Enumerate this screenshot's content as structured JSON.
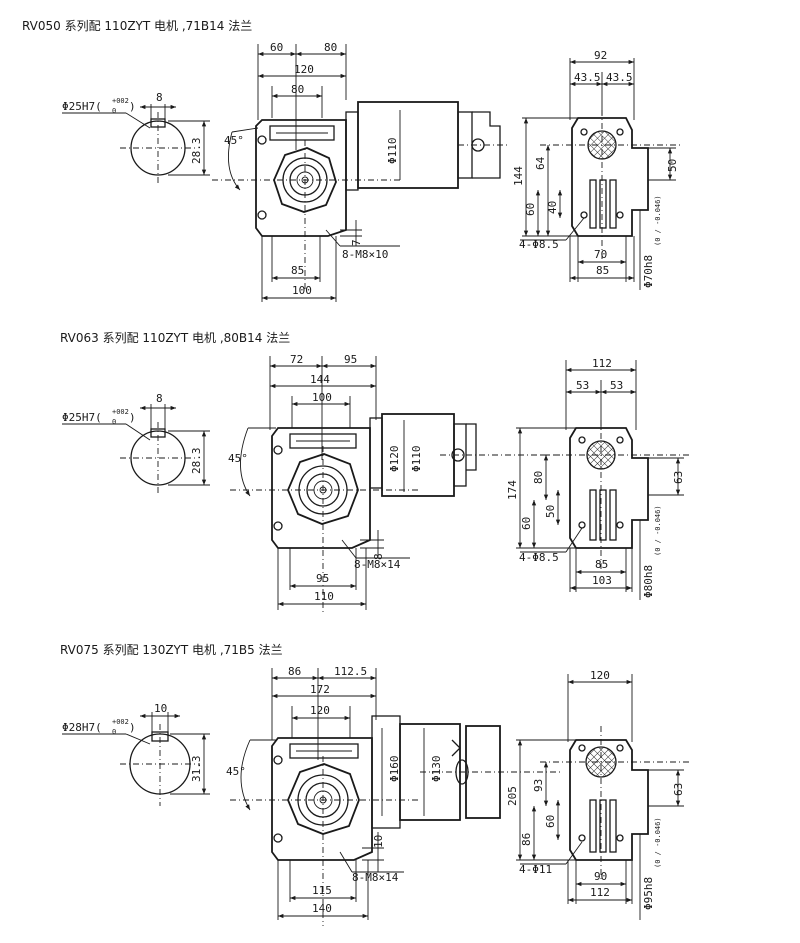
{
  "sections": [
    {
      "title": "RV050 系列配 110ZYT 电机 ,71B14 法兰",
      "shaft": {
        "bore": "Φ25H7(",
        "tol_upper": "+002",
        "tol_lower": "0",
        "key": "8",
        "height": "28.3"
      },
      "front": {
        "d_60": "60",
        "d_80_top": "80",
        "d_120": "120",
        "d_80_box": "80",
        "angle": "45°",
        "motor_dia": "Φ110",
        "d_7": "7",
        "bolts": "8-M8×10",
        "d_85": "85",
        "d_100": "100"
      },
      "side": {
        "d_92": "92",
        "d_43a": "43.5",
        "d_43b": "43.5",
        "d_144": "144",
        "d_64": "64",
        "d_60": "60",
        "d_40": "40",
        "d_50": "50",
        "holes": "4-Φ8.5",
        "d_70": "70",
        "d_85": "85",
        "flange": "Φ70h8",
        "flange_tol": "(0 / -0.046)"
      }
    },
    {
      "title": "RV063 系列配 110ZYT 电机 ,80B14 法兰",
      "shaft": {
        "bore": "Φ25H7(",
        "tol_upper": "+002",
        "tol_lower": "0",
        "key": "8",
        "height": "28.3"
      },
      "front": {
        "d_72": "72",
        "d_95_top": "95",
        "d_144": "144",
        "d_100_box": "100",
        "angle": "45°",
        "motor_dia_a": "Φ120",
        "motor_dia_b": "Φ110",
        "d_8": "8",
        "bolts": "8-M8×14",
        "d_95": "95",
        "d_110": "110"
      },
      "side": {
        "d_112": "112",
        "d_53a": "53",
        "d_53b": "53",
        "d_174": "174",
        "d_80": "80",
        "d_60": "60",
        "d_50": "50",
        "d_63": "63",
        "holes": "4-Φ8.5",
        "d_85": "85",
        "d_103": "103",
        "flange": "Φ80h8",
        "flange_tol": "(0 / -0.046)"
      }
    },
    {
      "title": "RV075 系列配 130ZYT 电机 ,71B5 法兰",
      "shaft": {
        "bore": "Φ28H7(",
        "tol_upper": "+002",
        "tol_lower": "0",
        "key": "10",
        "height": "31.3"
      },
      "front": {
        "d_86": "86",
        "d_112": "112.5",
        "d_172": "172",
        "d_120_box": "120",
        "angle": "45°",
        "motor_dia_a": "Φ160",
        "motor_dia_b": "Φ130",
        "d_10": "10",
        "bolts": "8-M8×14",
        "d_115": "115",
        "d_140": "140"
      },
      "side": {
        "d_120": "120",
        "d_205": "205",
        "d_93": "93",
        "d_86": "86",
        "d_60": "60",
        "d_63": "63",
        "holes": "4-Φ11",
        "d_90": "90",
        "d_112": "112",
        "flange": "Φ95h8",
        "flange_tol": "(0 / -0.046)"
      }
    }
  ]
}
